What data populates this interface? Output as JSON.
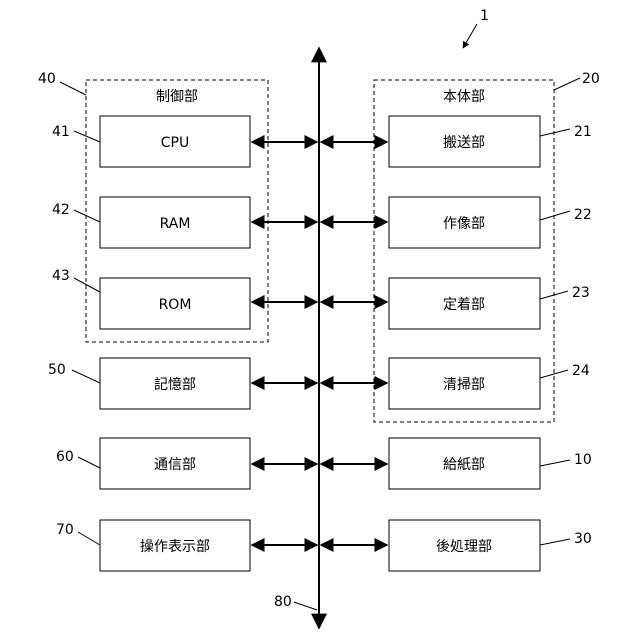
{
  "figure_ref": "1",
  "bus_ref": "80",
  "groups": {
    "control": {
      "title": "制御部",
      "ref": "40"
    },
    "body": {
      "title": "本体部",
      "ref": "20"
    }
  },
  "left_blocks": [
    {
      "label": "CPU",
      "ref": "41"
    },
    {
      "label": "RAM",
      "ref": "42"
    },
    {
      "label": "ROM",
      "ref": "43"
    },
    {
      "label": "記憶部",
      "ref": "50"
    },
    {
      "label": "通信部",
      "ref": "60"
    },
    {
      "label": "操作表示部",
      "ref": "70"
    }
  ],
  "right_blocks": [
    {
      "label": "搬送部",
      "ref": "21"
    },
    {
      "label": "作像部",
      "ref": "22"
    },
    {
      "label": "定着部",
      "ref": "23"
    },
    {
      "label": "清掃部",
      "ref": "24"
    },
    {
      "label": "給紙部",
      "ref": "10"
    },
    {
      "label": "後処理部",
      "ref": "30"
    }
  ]
}
